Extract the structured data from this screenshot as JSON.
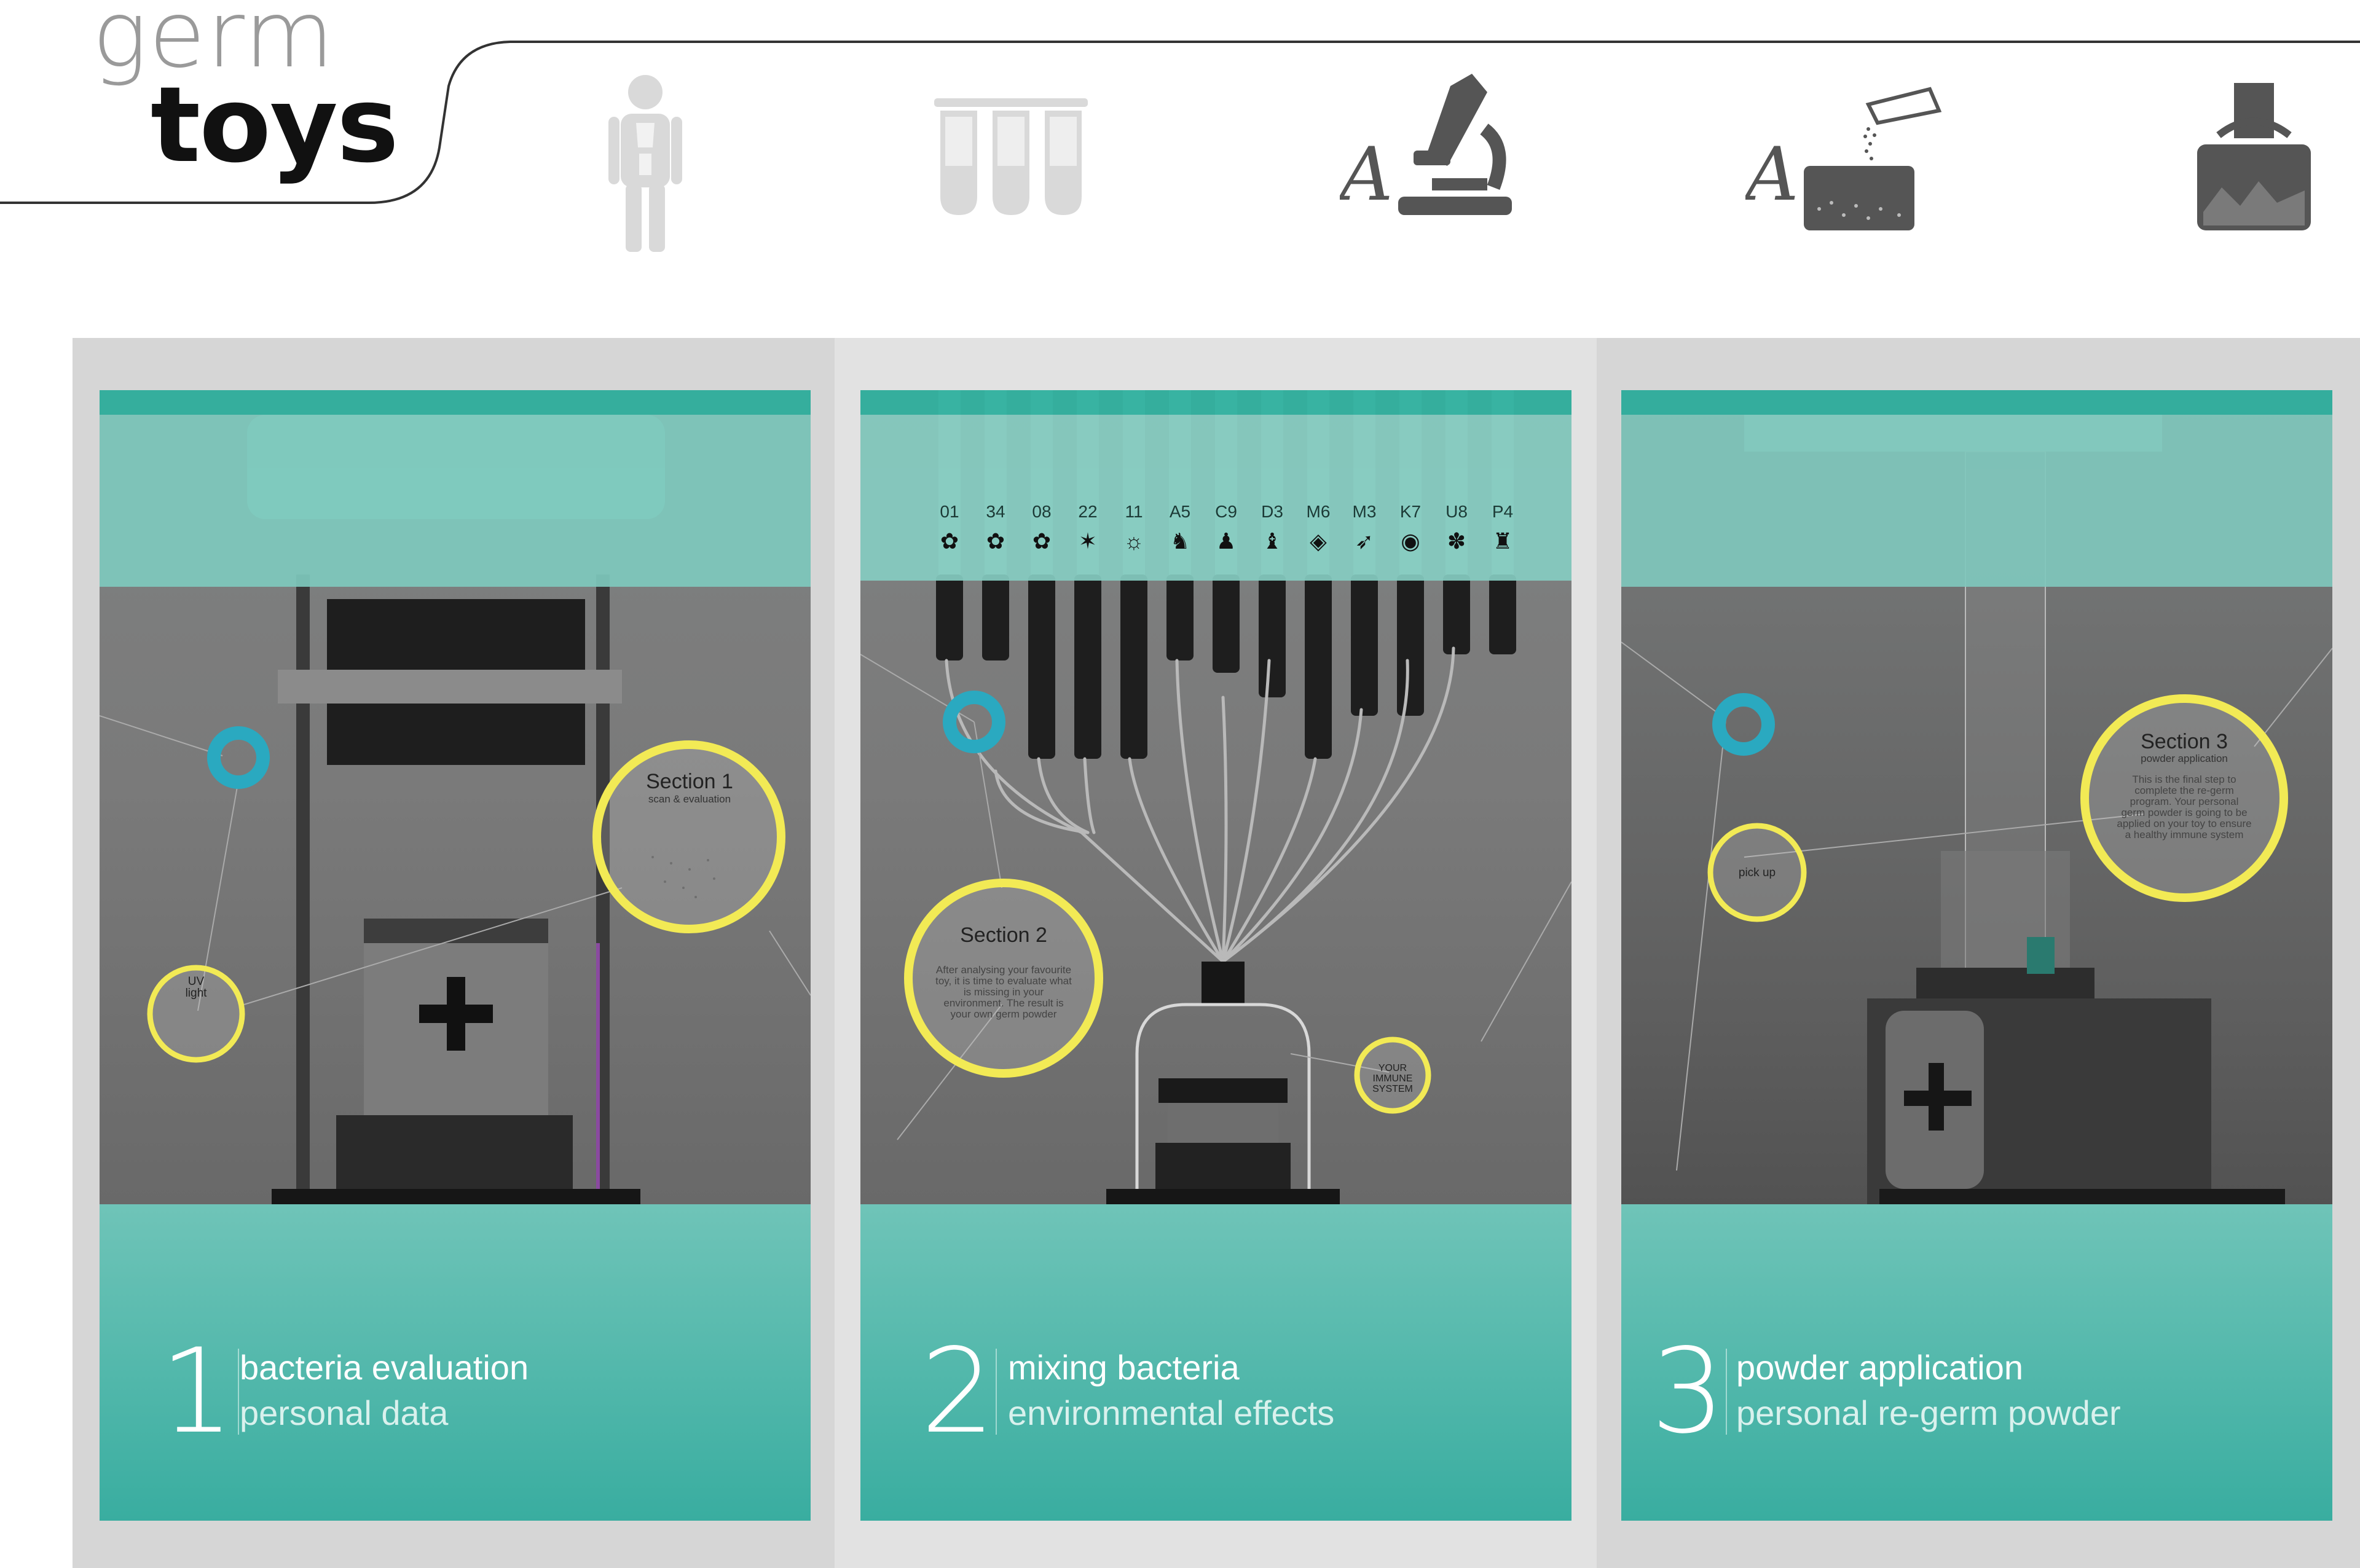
{
  "logo": {
    "top": "germ",
    "bottom": "toys"
  },
  "header": {
    "steps": [
      {
        "icon": "person-organs-icon",
        "state": "inactive"
      },
      {
        "icon": "test-tubes-icon",
        "state": "inactive"
      },
      {
        "icon": "microscope-icon",
        "state": "active"
      },
      {
        "icon": "powder-dispense-icon",
        "state": "active"
      },
      {
        "icon": "bag-hand-icon",
        "state": "active"
      }
    ]
  },
  "panels": [
    {
      "number": "1",
      "title": "bacteria evaluation",
      "subtitle": "personal data",
      "section_title": "Section 1",
      "section_subtitle": "scan & evaluation",
      "small_label_top": "UV",
      "small_label_lines": "light"
    },
    {
      "number": "2",
      "title": "mixing bacteria",
      "subtitle": "environmental effects",
      "section_title": "Section 2",
      "section_body": "After analysing your favourite toy, it is time to evaluate what is missing in your environment. The result is your own germ powder",
      "small_label": "YOUR IMMUNE SYSTEM",
      "codes": [
        "01",
        "34",
        "08",
        "22",
        "11",
        "A5",
        "C9",
        "D3",
        "M6",
        "M3",
        "K7",
        "U8",
        "P4"
      ],
      "code_icons": [
        "flower-icon",
        "flower-icon",
        "flower-icon",
        "star-icon",
        "sun-icon",
        "rabbit-icon",
        "owl-icon",
        "cat-icon",
        "fish-icon",
        "bird-icon",
        "pin-icon",
        "paw-icon",
        "cow-icon"
      ]
    },
    {
      "number": "3",
      "title": "powder application",
      "subtitle": "personal re-germ powder",
      "section_title": "Section 3",
      "section_subtitle": "powder application",
      "section_body": "This is the final step to complete the re-germ program. Your personal germ powder is going to be applied on your toy to ensure a healthy immune system",
      "small_label": "pick up"
    }
  ],
  "colors": {
    "teal": "#39ada0",
    "teal_light": "#7ec9bd",
    "yellow": "#f2ea55",
    "cyan": "#2aa9c0"
  }
}
